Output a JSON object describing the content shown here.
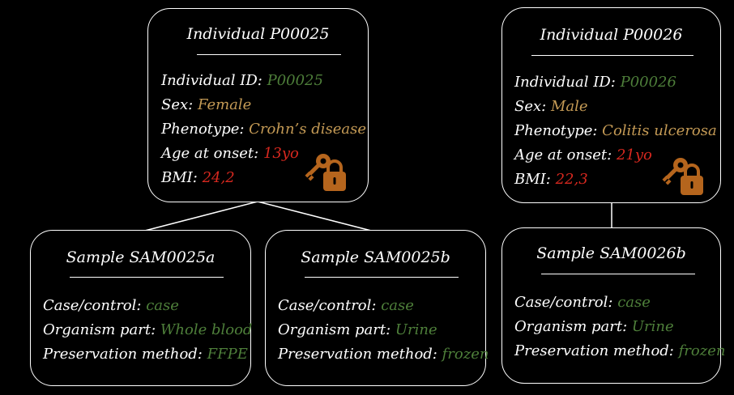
{
  "individuals": [
    {
      "title": "Individual P00025",
      "fields": [
        {
          "label": "Individual ID:",
          "value": "P00025",
          "color": "green"
        },
        {
          "label": "Sex:",
          "value": "Female",
          "color": "orange"
        },
        {
          "label": "Phenotype:",
          "value": "Crohn’s disease",
          "color": "orange"
        },
        {
          "label": "Age at onset:",
          "value": "13yo",
          "color": "red"
        },
        {
          "label": "BMI:",
          "value": "24,2",
          "color": "red"
        }
      ]
    },
    {
      "title": "Individual P00026",
      "fields": [
        {
          "label": "Individual ID:",
          "value": "P00026",
          "color": "green"
        },
        {
          "label": "Sex:",
          "value": "Male",
          "color": "orange"
        },
        {
          "label": "Phenotype:",
          "value": "Colitis ulcerosa",
          "color": "orange"
        },
        {
          "label": "Age at onset:",
          "value": "21yo",
          "color": "red"
        },
        {
          "label": "BMI:",
          "value": "22,3",
          "color": "red"
        }
      ]
    }
  ],
  "samples": [
    {
      "title": "Sample SAM0025a",
      "fields": [
        {
          "label": "Case/control:",
          "value": "case"
        },
        {
          "label": "Organism part:",
          "value": "Whole blood"
        },
        {
          "label": "Preservation method:",
          "value": "FFPE"
        }
      ]
    },
    {
      "title": "Sample SAM0025b",
      "fields": [
        {
          "label": "Case/control:",
          "value": "case"
        },
        {
          "label": "Organism part:",
          "value": "Urine"
        },
        {
          "label": "Preservation method:",
          "value": "frozen"
        }
      ]
    },
    {
      "title": "Sample SAM0026b",
      "fields": [
        {
          "label": "Case/control:",
          "value": "case"
        },
        {
          "label": "Organism part:",
          "value": "Urine"
        },
        {
          "label": "Preservation method:",
          "value": "frozen"
        }
      ]
    }
  ],
  "colors": {
    "green": "#4e7f3a",
    "orange": "#c49a55",
    "red": "#d7281f",
    "lock": "#b5651d"
  },
  "icons": [
    "key-lock-icon"
  ]
}
